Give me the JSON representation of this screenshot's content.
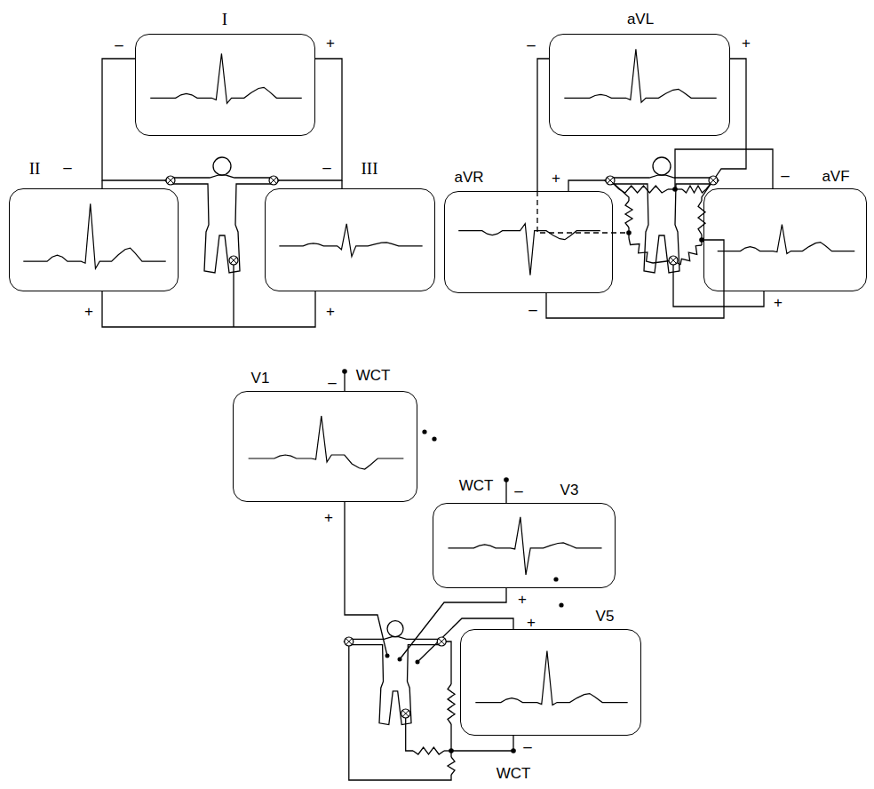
{
  "diagram": {
    "nodes": [
      {
        "text": [
          "I"
        ]
      },
      {
        "text": [
          "aVL"
        ]
      },
      {
        "text": [
          "II"
        ]
      },
      {
        "text": [
          "III"
        ]
      },
      {
        "text": [
          "aVR"
        ]
      },
      {
        "text": [
          "aVF"
        ]
      },
      {
        "text": [
          "V1"
        ]
      },
      {
        "text": [
          "V3"
        ]
      },
      {
        "text": [
          "V5"
        ]
      }
    ],
    "labels": [
      "–",
      "+",
      "–",
      "+",
      "–",
      "+",
      "–",
      "+",
      "+",
      "–",
      "–",
      "+",
      "–",
      "WCT",
      "+",
      "WCT",
      "–",
      "+",
      "+",
      "–",
      "WCT"
    ]
  }
}
